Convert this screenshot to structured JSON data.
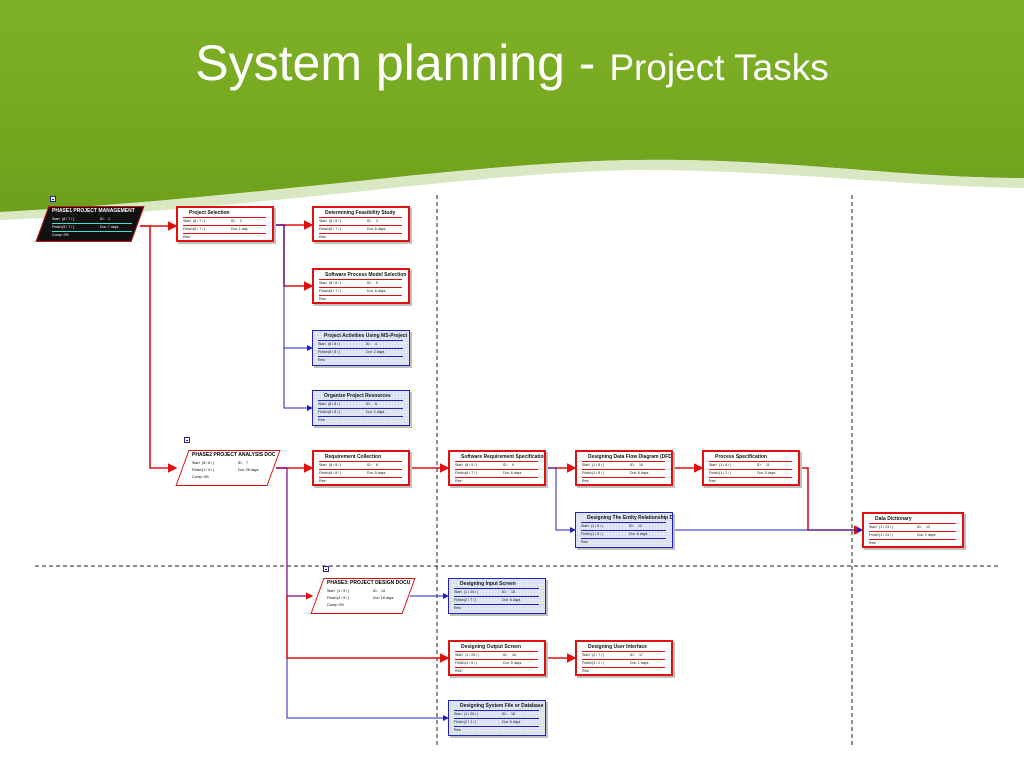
{
  "slide": {
    "title_main": "System planning - ",
    "title_sub": "Project Tasks",
    "header_color": "#7aad21"
  },
  "labels": {
    "start": "Start",
    "finish": "Finish",
    "id": "ID:",
    "dur": "Dur:",
    "res": "Res:",
    "comp": "Comp:"
  },
  "summaries": [
    {
      "name": "PHASE1 PROJECT MANAGEMENT",
      "start": "(8 / 7 / )",
      "id": "1",
      "finish": "(9 / 7 / )",
      "dur": "Dur: 7 days",
      "comp": "Comp: 0%",
      "style": "dark"
    },
    {
      "name": "PHASE2 PROJECT ANALYSIS DOC",
      "start": "(8 / 8 / )",
      "id": "7",
      "finish": "(1 / 9 / )",
      "dur": "Dur: 28 days",
      "comp": "Comp: 0%",
      "style": "light"
    },
    {
      "name": "PHASE3: PROJECT DESIGN DOCU",
      "start": "(1 / 9 / )",
      "id": "14",
      "finish": "(3 / 9 / )",
      "dur": "Dur: 18 days",
      "comp": "Comp: 0%",
      "style": "light"
    }
  ],
  "tasks": [
    {
      "name": "Project Selection",
      "start": "(8 / 7 / )",
      "id": "2",
      "finish": "(8 / 7 / )",
      "dur": "Dur: 1 day",
      "critical": true
    },
    {
      "name": "Determining Feasibility Study",
      "start": "(8 / 8 / )",
      "id": "3",
      "finish": "(8 / 7 / )",
      "dur": "Dur: 6 days",
      "critical": true
    },
    {
      "name": "Software Process Model Selection",
      "start": "(8 / 8 / )",
      "id": "5",
      "finish": "(8 / 7 / )",
      "dur": "Dur: 6 days",
      "critical": true
    },
    {
      "name": "Project Activities Using MS-Project",
      "start": "(8 / 8 / )",
      "id": "4",
      "finish": "(8 / 8 / )",
      "dur": "Dur: 2 days",
      "critical": false
    },
    {
      "name": "Organize Project Resources",
      "start": "(8 / 8 / )",
      "id": "6",
      "finish": "(8 / 8 / )",
      "dur": "Dur: 2 days",
      "critical": false
    },
    {
      "name": "Requirement Collection",
      "start": "(8 / 8 / )",
      "id": "8",
      "finish": "(8 / 8 / )",
      "dur": "Dur: 5 days",
      "critical": true
    },
    {
      "name": "Software Requirement Specification",
      "start": "(8 / 9 / )",
      "id": "9",
      "finish": "(8 / 7 / )",
      "dur": "Dur: 6 days",
      "critical": true
    },
    {
      "name": "Designing Data Flow Diagram (DFD)",
      "start": "(1 / 8 / )",
      "id": "10",
      "finish": "(1 / 8 / )",
      "dur": "Dur: 6 days",
      "critical": true
    },
    {
      "name": "Process Specification",
      "start": "(1 / 8 / )",
      "id": "11",
      "finish": "(1 / 2 / )",
      "dur": "Dur: 5 days",
      "critical": true
    },
    {
      "name": "Designing The Entity Relationship D",
      "start": "(1 / 8 / )",
      "id": "12",
      "finish": "(1 / 8 / )",
      "dur": "Dur: 6 days",
      "critical": false
    },
    {
      "name": "Data Dictionary",
      "start": "(1 / 23 / )",
      "id": "13",
      "finish": "(1 / 24 / )",
      "dur": "Dur: 2 days",
      "critical": true
    },
    {
      "name": "Designing Input Screen",
      "start": "(1 / 25 / )",
      "id": "15",
      "finish": "(2 / 7 / )",
      "dur": "Dur: 6 days",
      "critical": false
    },
    {
      "name": "Designing Output Screen",
      "start": "(1 / 25 / )",
      "id": "16",
      "finish": "(3 / 6 / )",
      "dur": "Dur: 5 days",
      "critical": true
    },
    {
      "name": "Designing User Interface",
      "start": "(2 / 7 / )",
      "id": "17",
      "finish": "(3 / 2 / )",
      "dur": "Dur: 1 days",
      "critical": true
    },
    {
      "name": "Designing System File or Database",
      "start": "(1 / 25 / )",
      "id": "18",
      "finish": "(2 / 1 / )",
      "dur": "Dur: 5 days",
      "critical": false
    }
  ]
}
